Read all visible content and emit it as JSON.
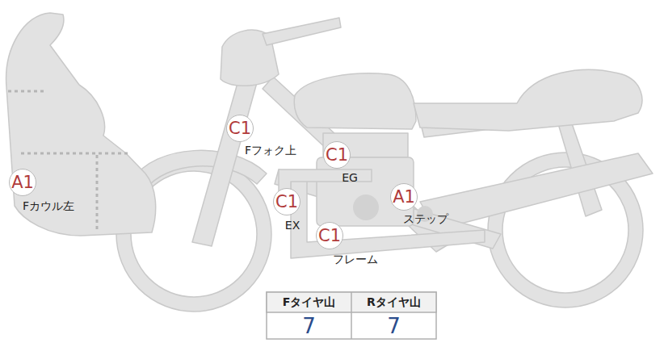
{
  "diagram": {
    "nodes": [
      {
        "text": [
          "A1",
          "Fカウル左"
        ]
      },
      {
        "text": [
          "C1",
          "Fフォク上"
        ]
      },
      {
        "text": [
          "C1",
          "EG"
        ]
      },
      {
        "text": [
          "C1",
          "EX"
        ]
      },
      {
        "text": [
          "A1",
          "ステップ"
        ]
      },
      {
        "text": [
          "C1",
          "フレーム"
        ]
      }
    ],
    "labels": [
      "Fタイヤ山",
      "Rタイヤ山",
      "7",
      "7"
    ]
  }
}
